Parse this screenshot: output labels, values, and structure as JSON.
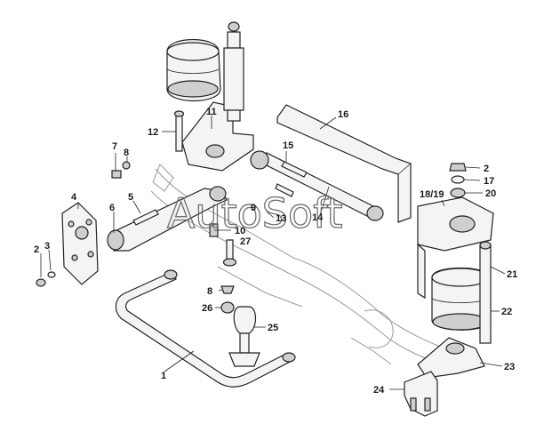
{
  "diagram": {
    "watermark": "AutoSoft",
    "callouts": [
      {
        "id": "c1",
        "label": "1"
      },
      {
        "id": "c2a",
        "label": "2"
      },
      {
        "id": "c3",
        "label": "3"
      },
      {
        "id": "c4",
        "label": "4"
      },
      {
        "id": "c5",
        "label": "5"
      },
      {
        "id": "c6",
        "label": "6"
      },
      {
        "id": "c7",
        "label": "7"
      },
      {
        "id": "c8a",
        "label": "8"
      },
      {
        "id": "c8b",
        "label": "8"
      },
      {
        "id": "c10",
        "label": "10"
      },
      {
        "id": "c11",
        "label": "11"
      },
      {
        "id": "c12",
        "label": "12"
      },
      {
        "id": "c13",
        "label": "13"
      },
      {
        "id": "c14",
        "label": "14"
      },
      {
        "id": "c15",
        "label": "15"
      },
      {
        "id": "c16",
        "label": "16"
      },
      {
        "id": "c2b",
        "label": "2"
      },
      {
        "id": "c17",
        "label": "17"
      },
      {
        "id": "c1819",
        "label": "18/19"
      },
      {
        "id": "c20",
        "label": "20"
      },
      {
        "id": "c21",
        "label": "21"
      },
      {
        "id": "c22",
        "label": "22"
      },
      {
        "id": "c23",
        "label": "23"
      },
      {
        "id": "c24",
        "label": "24"
      },
      {
        "id": "c25",
        "label": "25"
      },
      {
        "id": "c26",
        "label": "26"
      },
      {
        "id": "c27",
        "label": "27"
      },
      {
        "id": "c9",
        "label": "9"
      }
    ]
  }
}
